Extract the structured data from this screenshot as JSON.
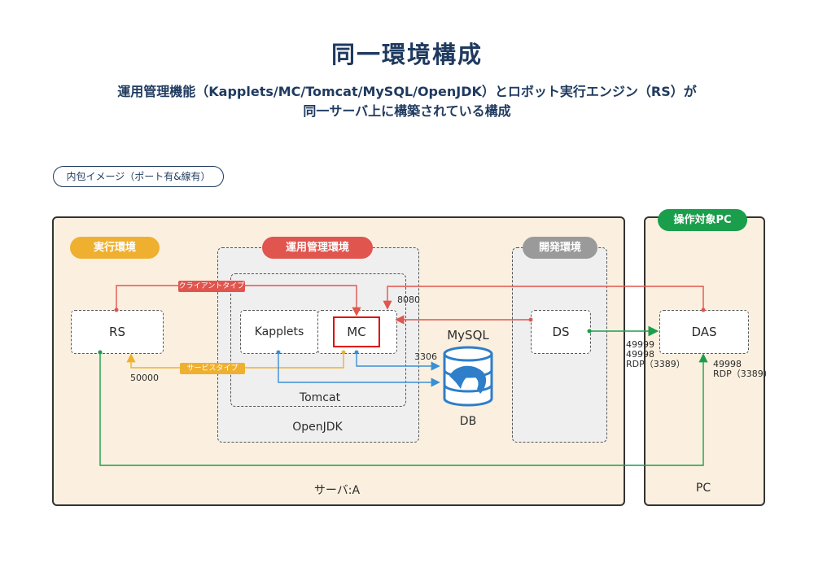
{
  "header": {
    "title": "同一環境構成",
    "subtitle_line1": "運用管理機能（Kapplets/MC/Tomcat/MySQL/OpenJDK）とロボット実行エンジン（RS）が",
    "subtitle_line2": "同一サーバ上に構築されている構成"
  },
  "legend_pill": "内包イメージ（ポート有&線有）",
  "server": {
    "label": "サーバ:A",
    "exec_env": "実行環境",
    "ops_env": "運用管理環境",
    "dev_env": "開発環境",
    "rs": "RS",
    "kapplets": "Kapplets",
    "mc": "MC",
    "tomcat": "Tomcat",
    "openjdk": "OpenJDK",
    "mysql": "MySQL",
    "db": "DB",
    "ds": "DS"
  },
  "pc": {
    "header": "操作対象PC",
    "label": "PC",
    "das": "DAS"
  },
  "connections": {
    "client_type": "クライアントタイプ",
    "service_type": "サービスタイプ",
    "port_8080": "8080",
    "port_3306": "3306",
    "port_50000": "50000",
    "ds_das_ports": [
      "49999",
      "49998",
      "RDP（3389）"
    ],
    "rs_das_ports": [
      "49998",
      "RDP（3389）"
    ]
  },
  "colors": {
    "red": "#e0554e",
    "orange": "#efb030",
    "gray": "#9a9a9a",
    "green": "#1a9e4b",
    "blue": "#3a8fd6",
    "navy": "#1f3a5f",
    "highlight": "#e00000",
    "db_blue": "#2e7ec9"
  }
}
